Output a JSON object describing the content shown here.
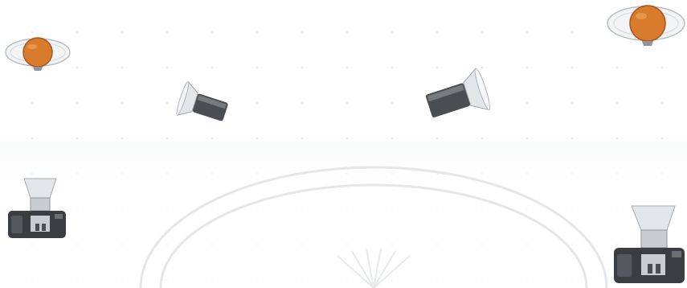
{
  "diagram": {
    "type": "lighting-setup",
    "background_grid": "dotted",
    "watermark": "university-seal-arcs",
    "colors": {
      "ball": "#d97b2c",
      "ball_dark": "#a9561b",
      "halo": "#e9ecef",
      "metal_dark": "#4a4d52",
      "metal_light": "#c9ccd0",
      "camera_body": "#3a3d42",
      "reflector": "#e3e6e9"
    },
    "elements": [
      {
        "kind": "light-bulb",
        "icon": "bulb-icon",
        "id": "bulb-left"
      },
      {
        "kind": "light-bulb",
        "icon": "bulb-icon",
        "id": "bulb-right"
      },
      {
        "kind": "spotlight",
        "icon": "spotlight-icon",
        "id": "spot-left"
      },
      {
        "kind": "spotlight",
        "icon": "spotlight-icon",
        "id": "spot-right"
      },
      {
        "kind": "camera",
        "icon": "camera-icon",
        "id": "camera-left"
      },
      {
        "kind": "camera",
        "icon": "camera-icon",
        "id": "camera-right"
      }
    ]
  }
}
